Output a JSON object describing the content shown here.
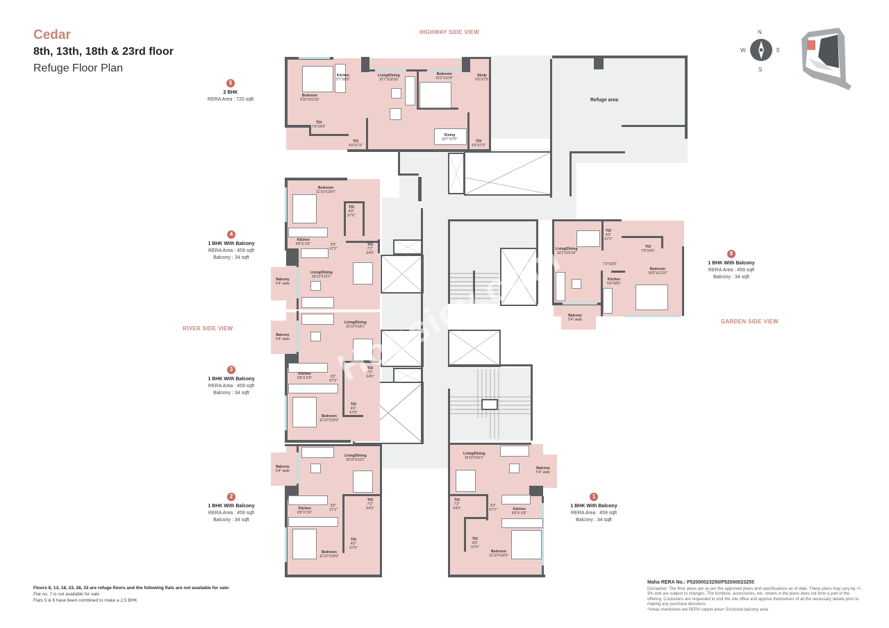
{
  "header": {
    "project": "Cedar",
    "floors": "8th, 13th, 18th & 23rd floor",
    "plan_title": "Refuge Floor Plan"
  },
  "views": {
    "top": "HIGHWAY SIDE VIEW",
    "left": "RIVER SIDE VIEW",
    "right": "GARDEN SIDE VIEW"
  },
  "compass": {
    "n": "N",
    "s": "S",
    "e": "E",
    "w": "W"
  },
  "units": [
    {
      "id": "5",
      "type": "2 BHK",
      "rera": "RERA Area : 720 sqft",
      "balcony": ""
    },
    {
      "id": "4",
      "type": "1 BHK With Balcony",
      "rera": "RERA Area : 459 sqft",
      "balcony": "Balcony : 34 sqft"
    },
    {
      "id": "3",
      "type": "1 BHK With Balcony",
      "rera": "RERA Area : 459 sqft",
      "balcony": "Balcony : 34 sqft"
    },
    {
      "id": "2",
      "type": "1 BHK With Balcony",
      "rera": "RERA Area : 459 sqft",
      "balcony": "Balcony : 34 sqft"
    },
    {
      "id": "1",
      "type": "1 BHK With Balcony",
      "rera": "RERA Area : 459 sqft",
      "balcony": "Balcony : 34 sqft"
    },
    {
      "id": "8",
      "type": "1 BHK With Balcony",
      "rera": "RERA Area : 459 sqft",
      "balcony": "Balcony : 34 sqft"
    }
  ],
  "rooms": {
    "u5": {
      "bedroom1": {
        "name": "Bedroom",
        "dim": "9'10\"X11'10\""
      },
      "kitchen": {
        "name": "Kitchen",
        "dim": "5'7\"X8'5\""
      },
      "living": {
        "name": "Living/Dining",
        "dim": "10'7\"X18'10\""
      },
      "bedroom2": {
        "name": "Bedroom",
        "dim": "10'2\"X10'4\""
      },
      "study": {
        "name": "Study",
        "dim": "5'6\"X7'5\""
      },
      "toi1": {
        "name": "TOI",
        "dim": "7'6\"X4'5\""
      },
      "toi2": {
        "name": "TOI",
        "dim": "4'0\"X7'2\""
      },
      "dining": {
        "name": "Dining",
        "dim": "10'7\"X7'5\""
      },
      "toi3": {
        "name": "TOI",
        "dim": "4'3\"X7'2\""
      }
    },
    "u4": {
      "bedroom": {
        "name": "Bedroom",
        "dim": "11'10\"X10'0\""
      },
      "toi1": {
        "name": "TOI",
        "dim": "4'0\"",
        "dim2": "X7'6\""
      },
      "kitchen": {
        "name": "Kitchen",
        "dim": "8'6\"X 5'6\""
      },
      "passage": {
        "name": "3'0\"",
        "dim": "X7'2\""
      },
      "toi2": {
        "name": "TOI",
        "dim": "7'2\"",
        "dim2": "X4'0\""
      },
      "living": {
        "name": "Living/Dining",
        "dim": "16'10\"X10'1\""
      },
      "balcony": {
        "name": "Balcony",
        "dim": "5'4\" wide"
      }
    },
    "u3": {
      "living": {
        "name": "Living/Dining",
        "dim": "16'10\"X10'1\""
      },
      "balcony": {
        "name": "Balcony",
        "dim": "5'4\" wide"
      },
      "kitchen": {
        "name": "Kitchen",
        "dim": "8'6\"X 5'6\""
      },
      "passage": {
        "name": "3'0\"",
        "dim": "X7'2\""
      },
      "toi1": {
        "name": "TOI",
        "dim": "7'2\"",
        "dim2": "X4'0\""
      },
      "toi2": {
        "name": "TOI",
        "dim": "4'0\"",
        "dim2": "X7'6\""
      },
      "bedroom": {
        "name": "Bedroom",
        "dim": "11'10\"X10'0\""
      }
    },
    "u2": {
      "living": {
        "name": "Living/Dining",
        "dim": "16'10\"X10'1\""
      },
      "balcony": {
        "name": "Balcony",
        "dim": "5'4\" wide"
      },
      "kitchen": {
        "name": "Kitchen",
        "dim": "8'6\"X 5'6\""
      },
      "passage": {
        "name": "3'0\"",
        "dim": "X7'2\""
      },
      "toi1": {
        "name": "TOI",
        "dim": "7'2\"",
        "dim2": "X4'0\""
      },
      "toi2": {
        "name": "TOI",
        "dim": "4'0\"",
        "dim2": "X7'6\""
      },
      "bedroom": {
        "name": "Bedroom",
        "dim": "11'10\"X10'0\""
      }
    },
    "u1": {
      "living": {
        "name": "Living/Dining",
        "dim": "16'10\"X10'1\""
      },
      "balcony": {
        "name": "Balcony",
        "dim": "5'4\" wide"
      },
      "toi1": {
        "name": "TOI",
        "dim": "7'2\"",
        "dim2": "X4'0\""
      },
      "passage": {
        "name": "3'0\"",
        "dim": "X7'2\""
      },
      "kitchen": {
        "name": "Kitchen",
        "dim": "8'6\"X 5'6\""
      },
      "toi2": {
        "name": "TOI",
        "dim": "4'0\"",
        "dim2": "X7'6\""
      },
      "bedroom": {
        "name": "Bedroom",
        "dim": "11'10\"X10'0\""
      }
    },
    "u8": {
      "living": {
        "name": "Living/Dining",
        "dim": "10'1\"X16'10\""
      },
      "toi1": {
        "name": "TOI",
        "dim": "4'0\"",
        "dim2": "X7'2\""
      },
      "toi2": {
        "name": "TOI",
        "dim": "7'6\"X4'0\""
      },
      "passage": {
        "name": "7'2\"X3'0\"",
        "dim": ""
      },
      "bedroom": {
        "name": "Bedroom",
        "dim": "10'0\"X11'10\""
      },
      "kitchen": {
        "name": "Kitchen",
        "dim": "5'6\"X8'6\""
      },
      "balcony": {
        "name": "Balcony",
        "dim": "5'4\" wide"
      }
    },
    "refuge": {
      "name": "Refuge area"
    }
  },
  "notes": {
    "heading": "Floors 8, 13, 18, 23, 28, 33 are refuge floors and the following flats are not available for sale:",
    "line1": "Flat no. 7 is not available for sale",
    "line2": "Flats 5 & 6 have been combined to make a 2.5 BHK"
  },
  "rera": {
    "number": "Maha RERA No.: P52000023250/P52000023255",
    "disclaimer": "Disclaimer: The floor plans are as per the approved plans and specifications as of date. These plans may vary by +/- 3% and are subject to changes. The furniture, accessories, etc. shown in the plans does not form a part of the offering. Customers are requested to visit the site office and apprise themselves of all the necessary details prior to making any purchase decisions.",
    "footnote": "*Areas mentioned are RERA carpet area+ Enclosed balcony area"
  },
  "watermark": "Housiey.com",
  "colors": {
    "accent": "#c9837b",
    "unit_fill": "#f0d0cd",
    "wall": "#5a5e61",
    "common_fill": "#eeefef",
    "window": "#bfe0e6"
  }
}
